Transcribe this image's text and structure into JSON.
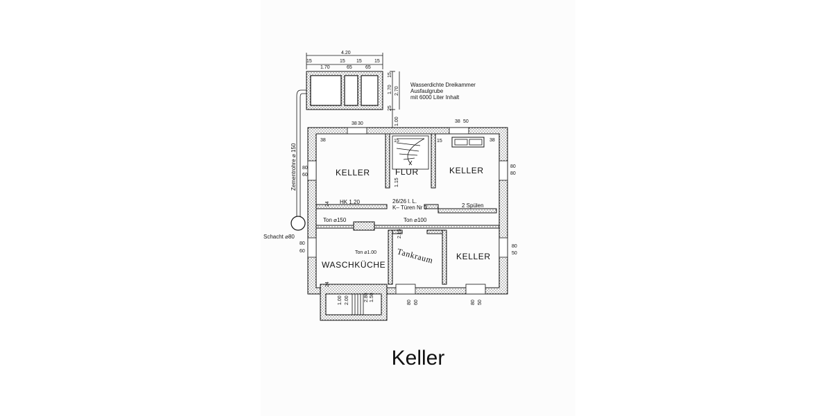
{
  "caption": "Keller",
  "rooms": {
    "keller_left": "KELLER",
    "flur": "FLUR",
    "keller_right": "KELLER",
    "waschkueche": "WASCHKÜCHE",
    "tankraum": "Tankraum",
    "keller_bottom": "KELLER"
  },
  "notes": {
    "cesspit_line1": "Wasserdichte Dreikammer",
    "cesspit_line2": "Ausfaulgrube",
    "cesspit_line3": "mit 6000 Liter Inhalt",
    "pipe": "Zementrohre ⌀ 150",
    "schacht": "Schacht ⌀80",
    "hk": "HK 1.20",
    "doors_line1": "26/26 l. L.",
    "doors_line2": "K– Türen Nr 3",
    "spuelen": "2 Spülen",
    "ton150": "Ton ⌀150",
    "ton100": "Ton ⌀100",
    "ton100b": "Ton ⌀1.00"
  },
  "dims": {
    "total_width": "4.20",
    "top_15a": "15",
    "top_170": "1.70",
    "top_15b": "15",
    "top_65a": "65",
    "top_15c": "15",
    "top_65b": "65",
    "top_15d": "15",
    "side_15": "15",
    "side_170": "1.70",
    "side_270": "2.70",
    "side_25": "25",
    "side_100": "1.00",
    "w38a": "38",
    "w30a": "30",
    "w38b": "38",
    "w30b": "50",
    "corner38l": "38",
    "corner38r": "38",
    "left80a": "80",
    "left60a": "60",
    "right80a": "80",
    "right80b": "80",
    "left80b": "80",
    "left60b": "60",
    "right80c": "80",
    "right50": "50",
    "stair15a": "15",
    "stair15b": "15",
    "stair115": "1.15",
    "v24a": "24",
    "v24b": "24",
    "v215": "2.15",
    "b100": "1.00",
    "b200": "2.00",
    "b8050a": "2.80",
    "b150": "1.50",
    "b80a": "80",
    "b60a": "60",
    "b80b": "80",
    "b50b": "50"
  }
}
